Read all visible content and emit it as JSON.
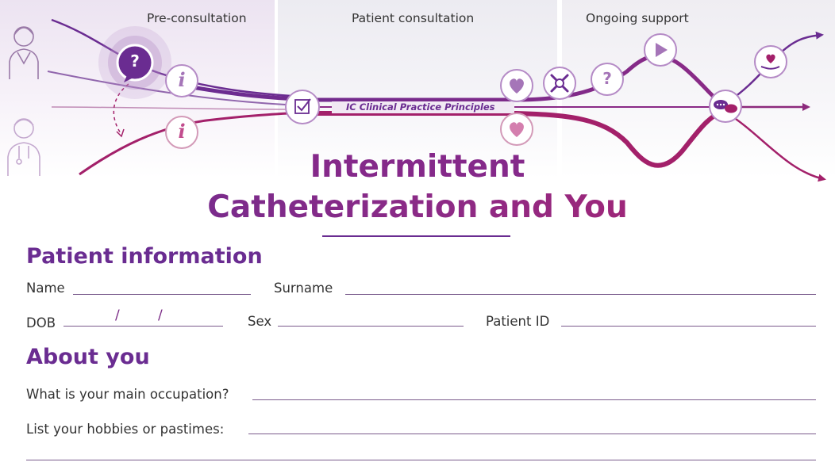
{
  "banner": {
    "phases": [
      {
        "label": "Pre-consultation"
      },
      {
        "label": "Patient consultation"
      },
      {
        "label": "Ongoing support"
      }
    ],
    "pathway_label": "IC Clinical Practice Principles",
    "icons": {
      "question": "?",
      "info": "i"
    },
    "colors": {
      "purple": "#6a2c91",
      "magenta": "#a3206a",
      "lavender": "#b58bc6"
    }
  },
  "title": {
    "line1": "Intermittent",
    "line2": "Catheterization and You"
  },
  "patient_information": {
    "heading": "Patient information",
    "name_label": "Name",
    "surname_label": "Surname",
    "dob_label": "DOB",
    "dob_separator": "/",
    "sex_label": "Sex",
    "patient_id_label": "Patient ID"
  },
  "about_you": {
    "heading": "About you",
    "occupation_label": "What is your main occupation?",
    "hobbies_label": "List your hobbies or pastimes:"
  }
}
